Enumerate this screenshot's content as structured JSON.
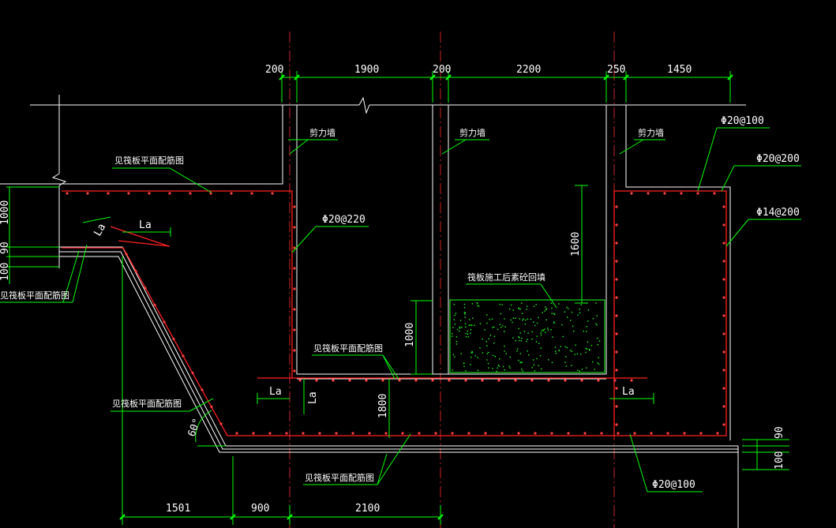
{
  "colors": {
    "background": "#000000",
    "axis": "#cc2222",
    "dimension": "#00ff00",
    "rebar": "#ff2020",
    "rebar_dot": "#ff4040",
    "outline": "#ffffff",
    "fill": "#20ff20",
    "text": "#ffffff"
  },
  "top_dims": {
    "d1": "200",
    "d2": "1900",
    "d3": "200",
    "d4": "2200",
    "d5": "250",
    "d6": "1450"
  },
  "bottom_dims": {
    "d1": "1501",
    "d2": "900",
    "d3": "2100"
  },
  "vertical_dims": {
    "left_1000": "1000",
    "left_90": "90",
    "left_100": "100",
    "v1600": "1600",
    "v1000": "1000",
    "v1800": "1800",
    "la_vertical": "La",
    "right_90": "90",
    "right_100": "100"
  },
  "labels": {
    "shear_wall_1": "剪力墙",
    "shear_wall_2": "剪力墙",
    "shear_wall_3": "剪力墙",
    "raft_ref_top": "见筏板平面配筋图",
    "raft_ref_left": "见筏板平面配筋图",
    "raft_ref_slope": "见筏板平面配筋图",
    "raft_ref_mid": "见筏板平面配筋图",
    "raft_ref_bottom": "见筏板平面配筋图",
    "backfill": "筏板施工后素砼回填",
    "rebar_20_220": "Φ20@220",
    "rebar_20_100_top": "Φ20@100",
    "rebar_20_200": "Φ20@200",
    "rebar_14_200": "Φ14@200",
    "rebar_20_100_bottom": "Φ20@100",
    "la_top": "La",
    "la_diag": "La",
    "la_left": "La",
    "la_right": "La",
    "angle": "60°"
  }
}
